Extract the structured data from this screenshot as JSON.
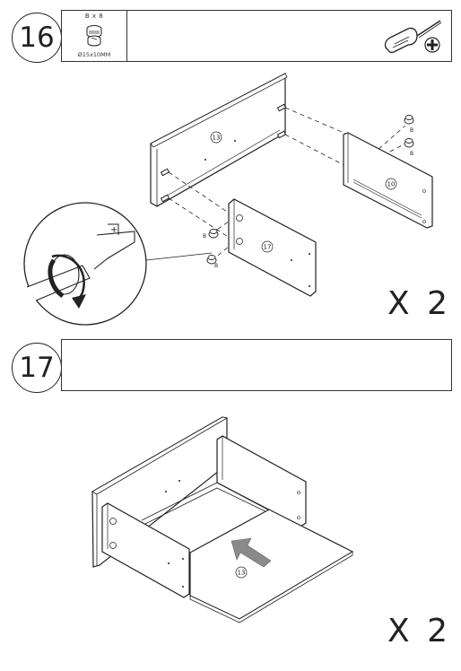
{
  "step16": {
    "number": "16",
    "part": {
      "qty": "B x 8",
      "size": "Ø15x10MM"
    },
    "panel_labels": {
      "back": "13",
      "right": "10",
      "front": "17"
    },
    "hardware_labels": [
      "B",
      "B",
      "B",
      "B"
    ],
    "multiplier": "X 2"
  },
  "step17": {
    "number": "17",
    "panel_label": "13",
    "multiplier": "X 2"
  }
}
